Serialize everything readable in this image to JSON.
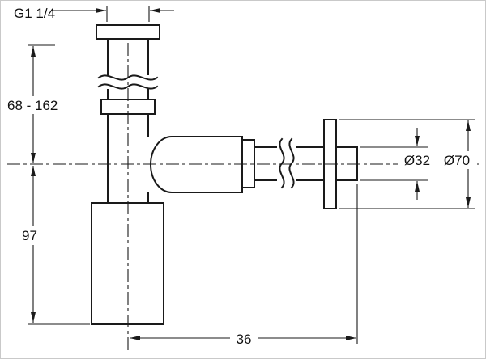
{
  "dimensions": {
    "thread_size": "G1 1/4",
    "adjustable_height": "68 - 162",
    "body_depth": "97",
    "pipe_diameter": "Ø32",
    "flange_diameter": "Ø70",
    "wall_offset": "36"
  }
}
